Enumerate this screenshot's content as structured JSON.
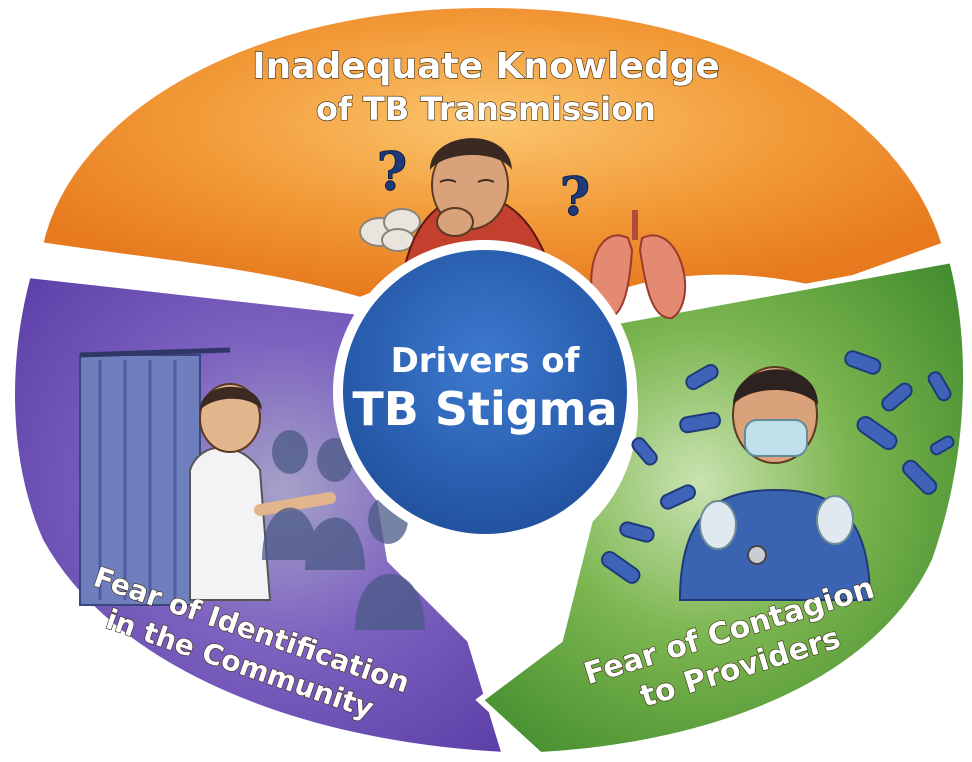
{
  "diagram": {
    "center": {
      "line1": "Drivers of",
      "line2": "TB Stigma",
      "color": "#2f65b8"
    },
    "segments": [
      {
        "id": "knowledge",
        "line1": "Inadequate Knowledge",
        "line2": "of TB Transmission",
        "color": "#ee8a2a"
      },
      {
        "id": "identification",
        "line1": "Fear of Identification",
        "line2": "in the Community",
        "color": "#6a4fb5"
      },
      {
        "id": "contagion",
        "line1": "Fear of Contagion",
        "line2": "to Providers",
        "color": "#5a9e36"
      }
    ],
    "question_mark": "?"
  }
}
